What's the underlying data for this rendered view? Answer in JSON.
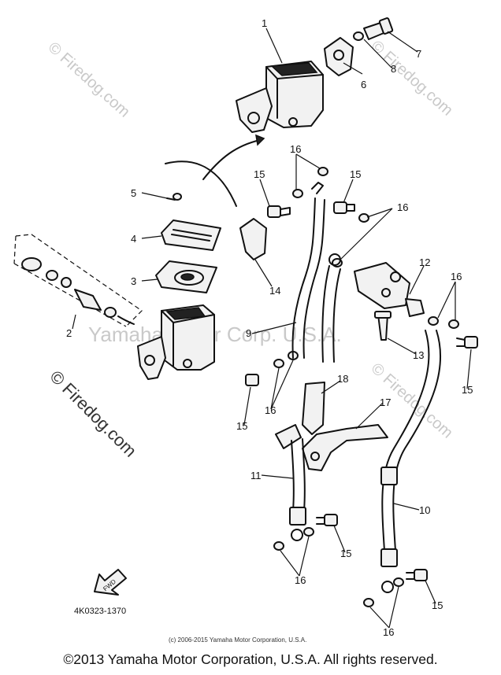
{
  "watermarks": {
    "firedog_top": "© Firedog.com",
    "firedog_right": "© Firedog.com",
    "firedog_left": "© Firedog.com",
    "firedog_bottom": "© Firedog.com",
    "yamaha_center": "Yamaha Motor Corp. U.S.A."
  },
  "callouts": {
    "c1": "1",
    "c2": "2",
    "c3": "3",
    "c4": "4",
    "c5": "5",
    "c6": "6",
    "c7": "7",
    "c8": "8",
    "c9": "9",
    "c10": "10",
    "c11": "11",
    "c12": "12",
    "c13": "13",
    "c14": "14",
    "c15a": "15",
    "c15b": "15",
    "c15c": "15",
    "c15d": "15",
    "c15e": "15",
    "c15f": "15",
    "c16a": "16",
    "c16b": "16",
    "c16c": "16",
    "c16d": "16",
    "c16e": "16",
    "c16f": "16",
    "c17": "17",
    "c18": "18"
  },
  "fwd_label": "FWD",
  "diagram_code": "4K0323-1370",
  "small_copyright": "(c) 2006-2015 Yamaha Motor Corporation, U.S.A.",
  "footer_copyright": "©2013 Yamaha Motor Corporation, U.S.A. All rights reserved."
}
